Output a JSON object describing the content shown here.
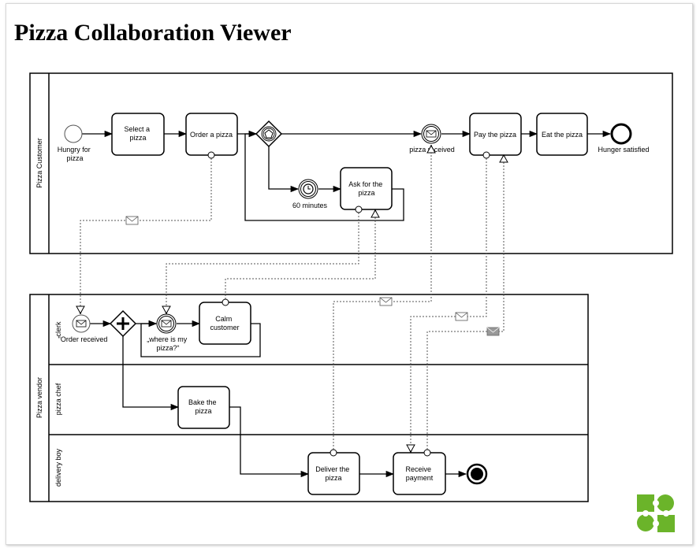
{
  "header": {
    "title": "Pizza Collaboration Viewer"
  },
  "pools": {
    "customer": "Pizza Customer",
    "vendor": "Pizza vendor"
  },
  "lanes": {
    "clerk": "clerk",
    "chef": "pizza chef",
    "delivery": "delivery boy"
  },
  "customer": {
    "start": [
      "Hungry for",
      "pizza"
    ],
    "select": [
      "Select a",
      "pizza"
    ],
    "order": [
      "Order a pizza"
    ],
    "timer": [
      "60 minutes"
    ],
    "ask": [
      "Ask for the",
      "pizza"
    ],
    "received": [
      "pizza received"
    ],
    "pay": [
      "Pay the pizza"
    ],
    "eat": [
      "Eat the pizza"
    ],
    "end": [
      "Hunger satisfied"
    ]
  },
  "vendor": {
    "order_received": [
      "\"Order received"
    ],
    "where": [
      "„where is my",
      "pizza?“"
    ],
    "calm": [
      "Calm",
      "customer"
    ],
    "bake": [
      "Bake the",
      "pizza"
    ],
    "deliver": [
      "Deliver the",
      "pizza"
    ],
    "receive_payment": [
      "Receive",
      "payment"
    ]
  },
  "colors": {
    "logo_green": "#6bb42a",
    "message_filled": "#999999"
  },
  "logo": {
    "name": "bpmn-logo-icon"
  }
}
